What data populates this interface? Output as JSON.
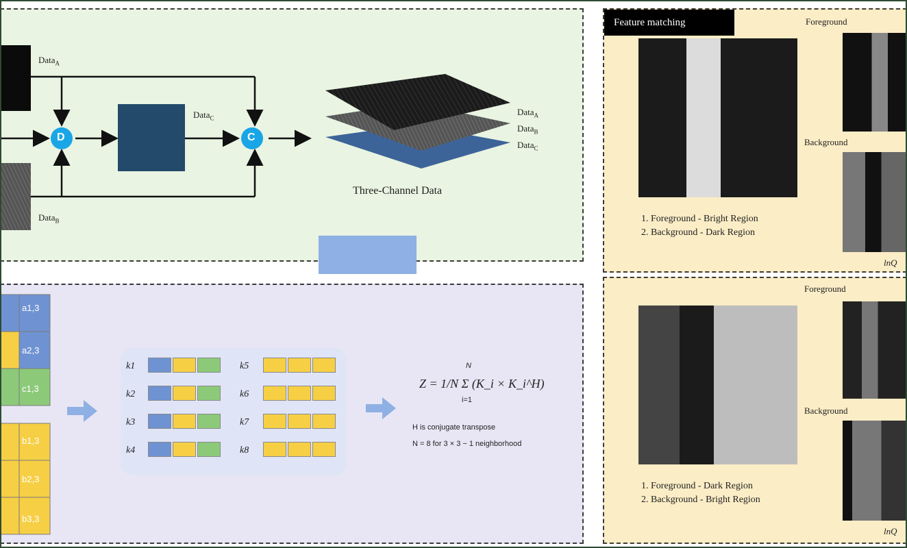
{
  "top_diagram": {
    "data_a": "Data",
    "data_a_sub": "A",
    "data_b": "Data",
    "data_b_sub": "B",
    "data_c": "Data",
    "data_c_sub": "C",
    "op_d": "D",
    "op_c": "C",
    "stack_labels": [
      {
        "text": "Data",
        "sub": "A"
      },
      {
        "text": "Data",
        "sub": "B"
      },
      {
        "text": "Data",
        "sub": "C"
      }
    ],
    "stack_caption": "Three-Channel Data"
  },
  "bottom_diagram": {
    "grid_labels": [
      "a1,3",
      "a2,3",
      "c1,3",
      "b1,3",
      "b2,3",
      "b3,3"
    ],
    "k_labels_left": [
      "k1",
      "k2",
      "k3",
      "k4"
    ],
    "k_labels_right": [
      "k5",
      "k6",
      "k7",
      "k8"
    ],
    "formula": "Z = 1/N Σ (K_i × K_i^H)",
    "formula_sum_top": "N",
    "formula_sum_bottom": "i=1",
    "note_1": "H is conjugate transpose",
    "note_2": "N = 8 for 3 × 3 − 1 neighborhood"
  },
  "right_panel": {
    "tab_title": "Feature matching",
    "top": {
      "foreground": "Foreground",
      "background": "Background",
      "item_1": "1.  Foreground - Bright Region",
      "item_2": "2.  Background - Dark Region",
      "axis": "lnQ"
    },
    "bottom": {
      "foreground": "Foreground",
      "background": "Background",
      "item_1": "1.  Foreground - Dark Region",
      "item_2": "2.  Background - Bright Region",
      "axis": "lnQ"
    }
  },
  "colors": {
    "operator": "#1aa6e6",
    "arrow_fill": "#8fb0e4",
    "dark_square": "#234a6a",
    "stack_blue": "#3d6499"
  }
}
